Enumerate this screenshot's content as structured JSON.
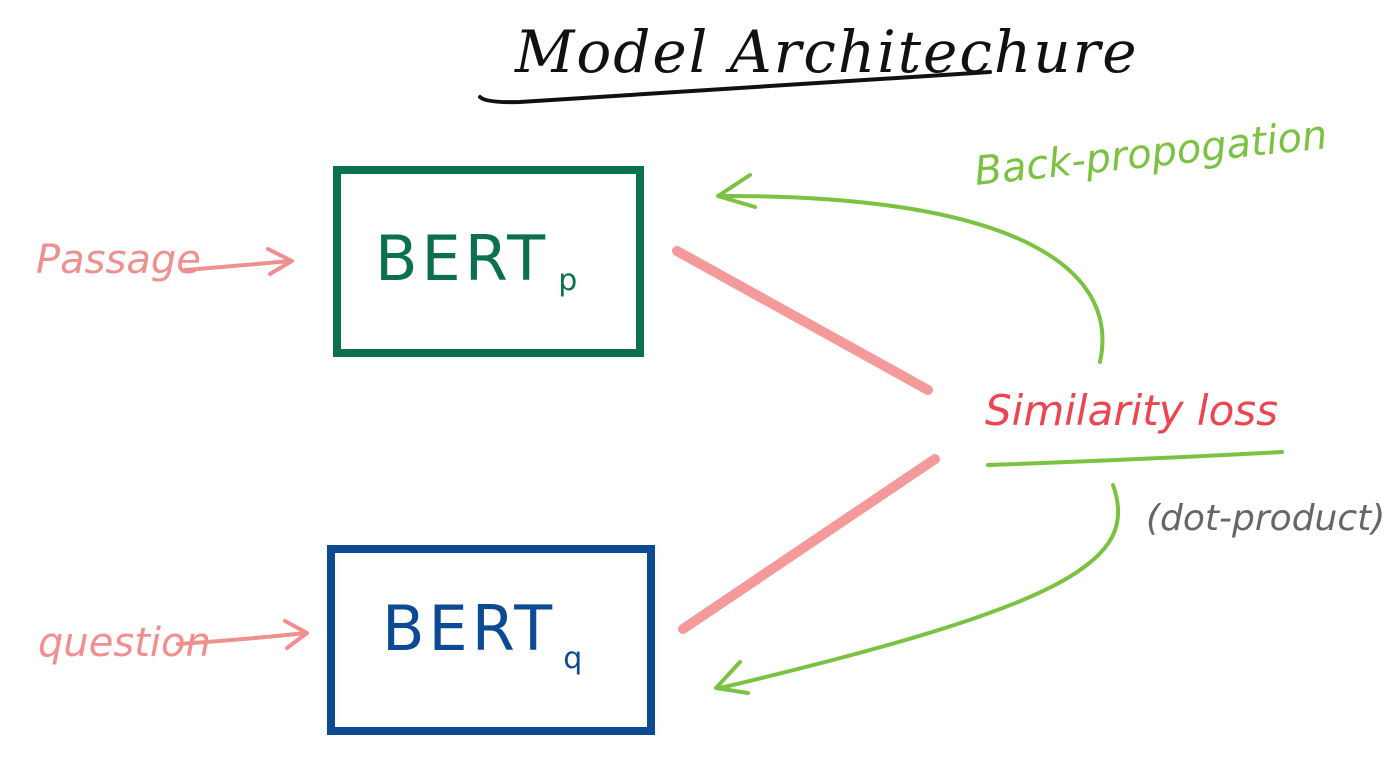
{
  "title": "Model Architechure",
  "encoders": {
    "passage": {
      "main": "BERT",
      "sub": "p"
    },
    "question": {
      "main": "BERT",
      "sub": "q"
    }
  },
  "inputs": {
    "passage": "Passage",
    "question": "question"
  },
  "loss": {
    "label": "Similarity loss",
    "note": "(dot-product)"
  },
  "backprop_label": "Back-propogation",
  "colors": {
    "title": "#111111",
    "passage_encoder": "#0a7050",
    "question_encoder": "#0d4a94",
    "input_labels": "#f08f8f",
    "connectors": "#f59a9a",
    "backprop": "#7cc242",
    "loss": "#ec4550",
    "note": "#666666"
  }
}
